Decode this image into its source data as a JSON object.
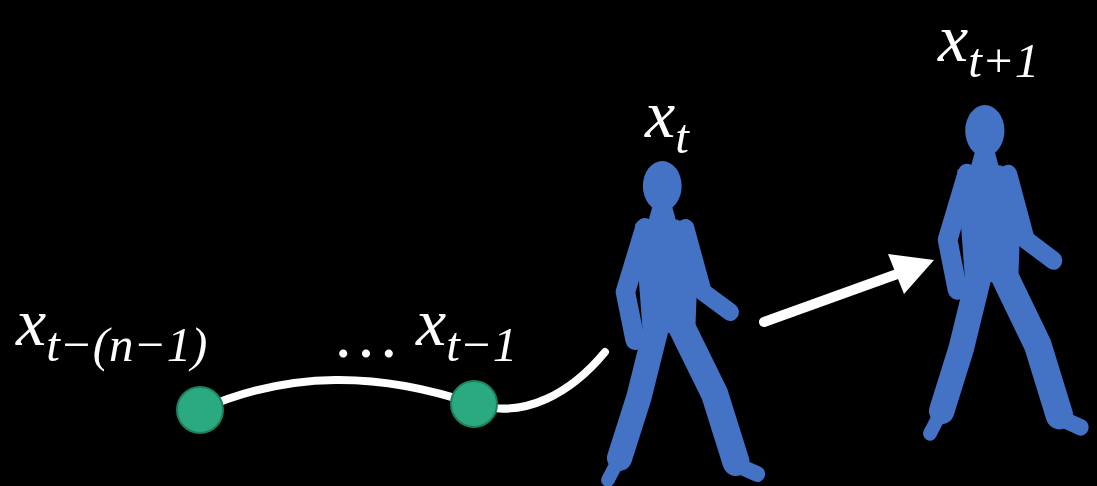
{
  "diagram": {
    "labels": [
      "xt−(n−1)",
      "…",
      "xt−1",
      "xt",
      "xt+1"
    ]
  }
}
